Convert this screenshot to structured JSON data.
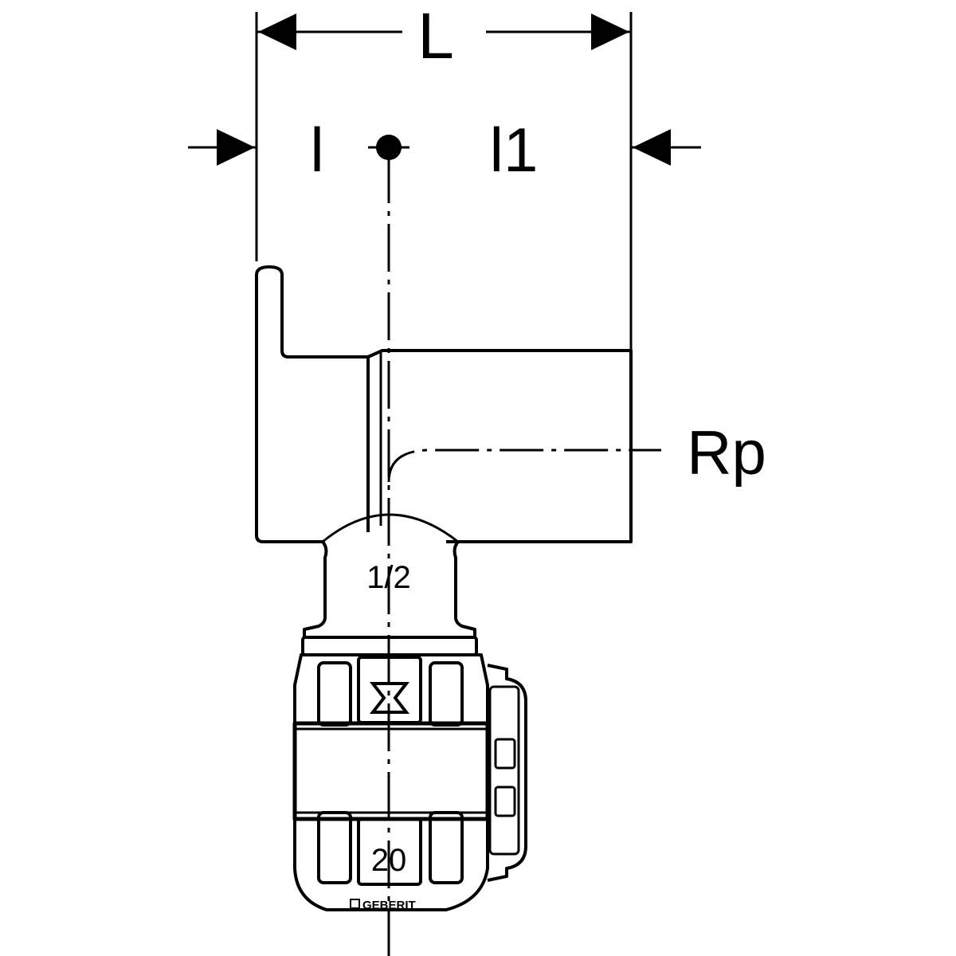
{
  "dimensions": {
    "overall_length": "L",
    "left_length": "l",
    "right_length": "l1",
    "thread": "Rp"
  },
  "fitting_markings": {
    "thread_size": "1/2",
    "pipe_size": "20",
    "brand": "GEBERIT"
  },
  "colors": {
    "line": "#000000",
    "background": "#ffffff"
  }
}
